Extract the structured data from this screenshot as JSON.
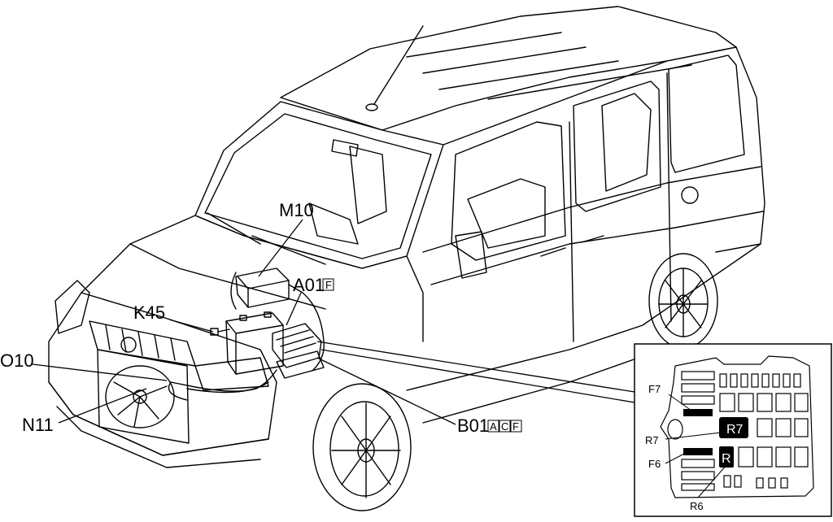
{
  "labels": {
    "m10": "M10",
    "a01": "A01",
    "a01_codes": [
      "F"
    ],
    "k45": "K45",
    "o10": "O10",
    "n11": "N11",
    "b01": "B01",
    "b01_codes": [
      "A",
      "C",
      "F"
    ]
  },
  "inset": {
    "f7": "F7",
    "r7_out": "R7",
    "f6": "F6",
    "r6": "R6",
    "r7_in": "R7",
    "r_in": "R"
  }
}
